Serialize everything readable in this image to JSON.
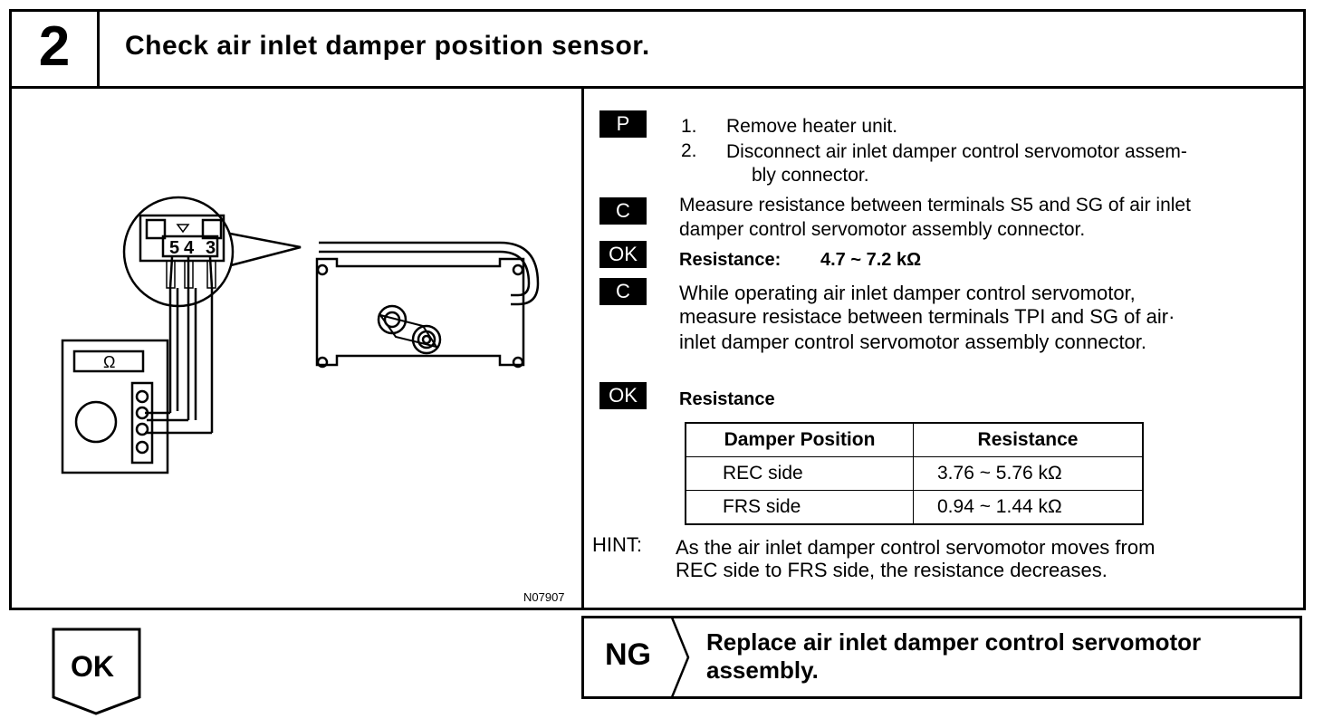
{
  "header": {
    "step_number": "2",
    "title": "Check air inlet damper position sensor."
  },
  "illustration": {
    "figure_id": "N07907",
    "connector_pins": [
      "5",
      "4",
      "3"
    ],
    "meter_symbol": "Ω"
  },
  "procedure": {
    "p_tag": "P",
    "steps": [
      {
        "num": "1.",
        "text": "Remove heater unit."
      },
      {
        "num": "2.",
        "text": "Disconnect air inlet damper control servomotor assem-"
      },
      {
        "num": "",
        "text": "bly connector."
      }
    ],
    "check1_tag": "C",
    "check1_lines": [
      "Measure resistance between terminals S5 and SG of air inlet",
      "damper control servomotor assembly connector."
    ],
    "ok1_tag": "OK",
    "ok1_label": "Resistance:",
    "ok1_value": "4.7 ~ 7.2 kΩ",
    "check2_tag": "C",
    "check2_lines": [
      "While operating air inlet damper control servomotor,",
      "measure resistace between terminals TPI and SG of air·",
      "inlet damper control servomotor assembly connector."
    ],
    "ok2_tag": "OK",
    "ok2_label": "Resistance",
    "table": {
      "headers": [
        "Damper Position",
        "Resistance"
      ],
      "rows": [
        [
          "REC side",
          "3.76 ~ 5.76 kΩ"
        ],
        [
          "FRS side",
          "0.94 ~ 1.44 kΩ"
        ]
      ]
    },
    "hint_label": "HINT:",
    "hint_lines": [
      "As the air inlet damper control servomotor moves from",
      "REC side to FRS side, the resistance decreases."
    ]
  },
  "result": {
    "ng_label": "NG",
    "ng_lines": [
      "Replace air inlet damper control servomotor",
      "assembly."
    ],
    "ok_label": "OK"
  }
}
